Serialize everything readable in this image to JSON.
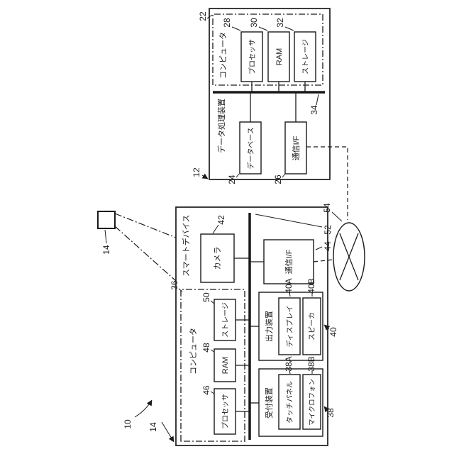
{
  "figure": {
    "colors": {
      "line": "#1a1a1a",
      "background": "#ffffff"
    },
    "system": {
      "ref10": "10"
    },
    "smart": {
      "ref": "14",
      "subject_ref": "14",
      "label": "スマートデバイス",
      "bus": "52",
      "camera": {
        "ref": "42",
        "label": "カメラ"
      },
      "comm": {
        "ref": "44",
        "label": "通信I/F"
      },
      "computer": {
        "ref": "36",
        "label": "コンピュータ",
        "processor": {
          "ref": "46",
          "label": "プロセッサ"
        },
        "ram": {
          "ref": "48",
          "label": "RAM"
        },
        "storage": {
          "ref": "50",
          "label": "ストレージ"
        }
      },
      "output": {
        "ref": "40",
        "label": "出力装置",
        "display": {
          "ref": "40A",
          "label": "ディスプレイ"
        },
        "speaker": {
          "ref": "40B",
          "label": "スピーカ"
        }
      },
      "input": {
        "ref": "38",
        "label": "受付装置",
        "touch": {
          "ref": "38A",
          "label": "タッチパネル"
        },
        "mic": {
          "ref": "38B",
          "label": "マイクロフォン"
        }
      }
    },
    "dpd": {
      "ref": "12",
      "label": "データ処理装置",
      "bus": "34",
      "computer": {
        "ref": "22",
        "label": "コンピュータ",
        "processor": {
          "ref": "28",
          "label": "プロセッサ"
        },
        "ram": {
          "ref": "30",
          "label": "RAM"
        },
        "storage": {
          "ref": "32",
          "label": "ストレージ"
        }
      },
      "database": {
        "ref": "24",
        "label": "データベース"
      },
      "comm": {
        "ref": "26",
        "label": "通信I/F"
      }
    },
    "network": {
      "ref": "54"
    }
  }
}
